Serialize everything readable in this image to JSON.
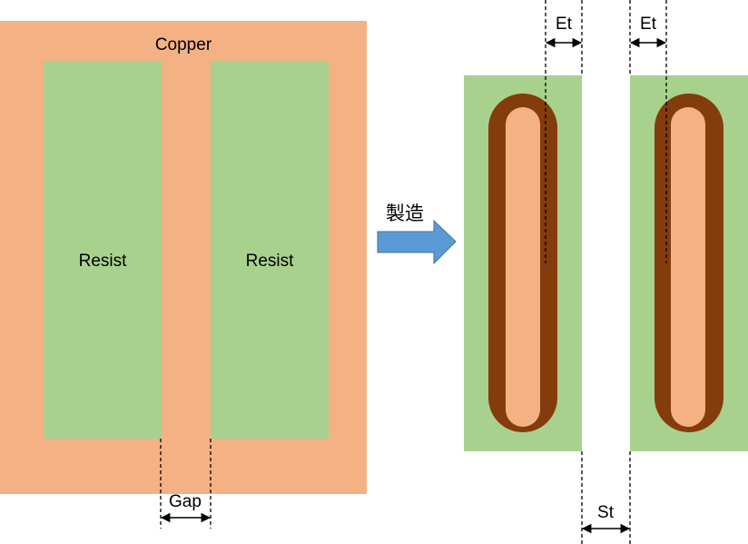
{
  "labels": {
    "copper": "Copper",
    "resist_left": "Resist",
    "resist_right": "Resist",
    "gap": "Gap",
    "arrow_caption": "製造",
    "et_left": "Et",
    "et_right": "Et",
    "st": "St"
  },
  "colors": {
    "copper": "#f4b183",
    "resist": "#a9d18e",
    "etched_copper": "#843c0c",
    "arrow": "#5b9bd5",
    "arrow_outline": "#41719c",
    "dimension_line": "#000000"
  }
}
